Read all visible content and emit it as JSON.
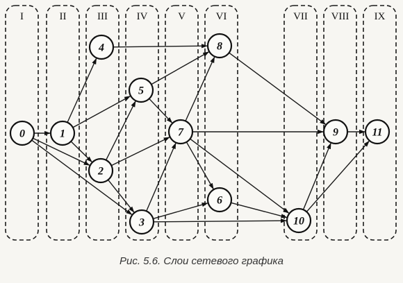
{
  "layers": [
    {
      "id": "I",
      "label": "I"
    },
    {
      "id": "II",
      "label": "II"
    },
    {
      "id": "III",
      "label": "III"
    },
    {
      "id": "IV",
      "label": "IV"
    },
    {
      "id": "V",
      "label": "V"
    },
    {
      "id": "VI",
      "label": "VI"
    },
    {
      "id": "VII",
      "label": "VII"
    },
    {
      "id": "VIII",
      "label": "VIII"
    },
    {
      "id": "IX",
      "label": "IX"
    }
  ],
  "nodes": [
    {
      "id": "0",
      "label": "0"
    },
    {
      "id": "1",
      "label": "1"
    },
    {
      "id": "2",
      "label": "2"
    },
    {
      "id": "3",
      "label": "3"
    },
    {
      "id": "4",
      "label": "4"
    },
    {
      "id": "5",
      "label": "5"
    },
    {
      "id": "6",
      "label": "6"
    },
    {
      "id": "7",
      "label": "7"
    },
    {
      "id": "8",
      "label": "8"
    },
    {
      "id": "9",
      "label": "9"
    },
    {
      "id": "10",
      "label": "10"
    },
    {
      "id": "11",
      "label": "11"
    }
  ],
  "edges": [
    [
      "0",
      "1"
    ],
    [
      "0",
      "2"
    ],
    [
      "0",
      "3"
    ],
    [
      "1",
      "4"
    ],
    [
      "1",
      "5"
    ],
    [
      "1",
      "2"
    ],
    [
      "2",
      "5"
    ],
    [
      "2",
      "7"
    ],
    [
      "2",
      "3"
    ],
    [
      "3",
      "7"
    ],
    [
      "3",
      "6"
    ],
    [
      "3",
      "10"
    ],
    [
      "4",
      "8"
    ],
    [
      "5",
      "8"
    ],
    [
      "5",
      "7"
    ],
    [
      "7",
      "8"
    ],
    [
      "7",
      "6"
    ],
    [
      "7",
      "9"
    ],
    [
      "7",
      "10"
    ],
    [
      "6",
      "10"
    ],
    [
      "8",
      "9"
    ],
    [
      "9",
      "11"
    ],
    [
      "10",
      "9"
    ],
    [
      "10",
      "11"
    ]
  ],
  "caption": "Рис. 5.6. Слои сетевого графика"
}
